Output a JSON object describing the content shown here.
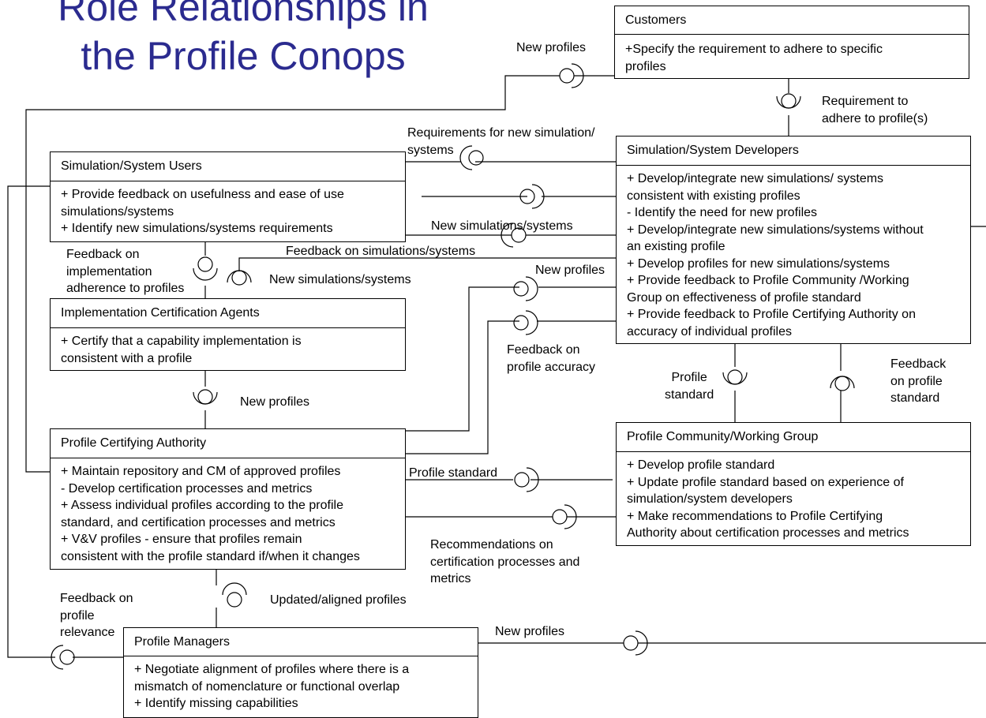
{
  "title": {
    "line1": "Role Relationships in",
    "line2": "the Profile Conops"
  },
  "boxes": {
    "customers": {
      "title": "Customers",
      "lines": [
        "+Specify the requirement to adhere to specific",
        "profiles"
      ]
    },
    "developers": {
      "title": "Simulation/System Developers",
      "lines": [
        "+ Develop/integrate new simulations/ systems",
        "consistent with existing profiles",
        "- Identify the need for new profiles",
        "+ Develop/integrate new simulations/systems without",
        "an existing profile",
        "+ Develop profiles for new simulations/systems",
        "+ Provide feedback to Profile Community /Working",
        "Group on effectiveness of profile standard",
        "+ Provide feedback to Profile Certifying Authority on",
        "accuracy of individual profiles"
      ]
    },
    "users": {
      "title": "Simulation/System Users",
      "lines": [
        "+ Provide feedback on usefulness and ease of use",
        "simulations/systems",
        "+ Identify new simulations/systems requirements"
      ]
    },
    "agents": {
      "title": "Implementation Certification Agents",
      "lines": [
        "+ Certify that a capability implementation is",
        "consistent with a profile"
      ]
    },
    "authority": {
      "title": "Profile Certifying Authority",
      "lines": [
        "+ Maintain repository and CM of approved profiles",
        "- Develop certification processes and metrics",
        "+ Assess individual profiles according to the profile",
        "standard, and certification processes and metrics",
        "+ V&V profiles - ensure that profiles remain",
        "consistent with the profile standard if/when it changes"
      ]
    },
    "community": {
      "title": "Profile Community/Working Group",
      "lines": [
        "+ Develop profile standard",
        "+ Update profile standard based on experience of",
        "simulation/system developers",
        "+ Make recommendations to Profile Certifying",
        "Authority about certification processes and metrics"
      ]
    },
    "managers": {
      "title": "Profile Managers",
      "lines": [
        "+ Negotiate alignment of profiles where there is a",
        "mismatch of nomenclature or functional overlap",
        "+ Identify missing capabilities"
      ]
    }
  },
  "labels": {
    "new_profiles_top": "New profiles",
    "req_adhere_1": "Requirement to",
    "req_adhere_2": "adhere to profile(s)",
    "req_new_sim_1": "Requirements for new simulation/",
    "req_new_sim_2": "systems",
    "new_sim_systems_1": "New simulations/systems",
    "feedback_sim_systems": "Feedback on simulations/systems",
    "feedback_impl_1": "Feedback on",
    "feedback_impl_2": "implementation",
    "feedback_impl_3": "adherence to profiles",
    "new_sim_systems_2": "New simulations/systems",
    "new_profiles_mid": "New profiles",
    "feedback_accuracy_1": "Feedback on",
    "feedback_accuracy_2": "profile accuracy",
    "profile_standard_v_1": "Profile",
    "profile_standard_v_2": "standard",
    "feedback_standard_1": "Feedback",
    "feedback_standard_2": "on profile",
    "feedback_standard_3": "standard",
    "new_profiles_agents": "New profiles",
    "profile_standard_h": "Profile standard",
    "recommendations_1": "Recommendations on",
    "recommendations_2": "certification processes and",
    "recommendations_3": "metrics",
    "updated_aligned": "Updated/aligned profiles",
    "feedback_relevance_1": "Feedback on",
    "feedback_relevance_2": "profile",
    "feedback_relevance_3": "relevance",
    "new_profiles_bottom": "New profiles"
  }
}
